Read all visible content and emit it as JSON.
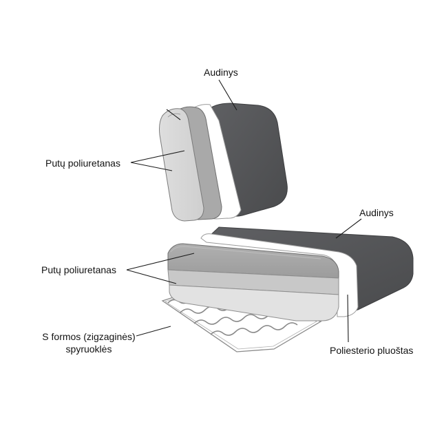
{
  "labels": {
    "back_fabric": "Audinys",
    "back_foam": "Putų poliuretanas",
    "seat_fabric": "Audinys",
    "seat_foam": "Putų poliuretanas",
    "springs_line1": "S formos (zigzaginės)",
    "springs_line2": "spyruoklės",
    "polyester_fiber": "Poliesterio pluoštas"
  },
  "colors": {
    "fabric": "#58595b",
    "fabric_dark": "#4a4b4d",
    "fiber": "#ffffff",
    "foam_top": "#a6a6a6",
    "foam_mid": "#c6c6c6",
    "foam_base": "#e1e1e1",
    "leader": "#1a1a1a",
    "spring": "#8a8a8a"
  }
}
